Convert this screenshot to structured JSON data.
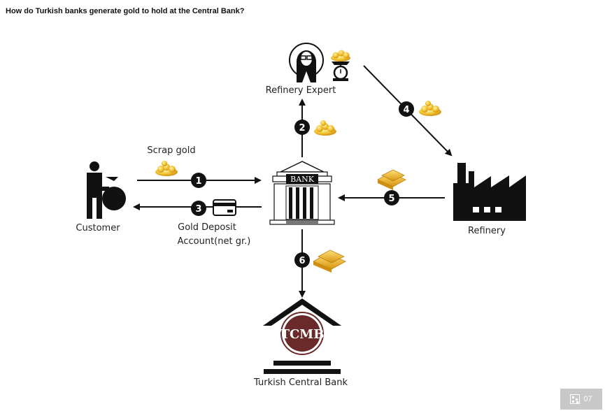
{
  "title": "How do Turkish banks generate gold to hold at the Central Bank?",
  "nodes": {
    "customer": "Customer",
    "bank": "BANK",
    "refinery_expert": "Refinery Expert",
    "refinery": "Refinery",
    "central_bank": "Turkish Central Bank",
    "central_bank_logo": "TCMB"
  },
  "edges": [
    {
      "step": "1",
      "from": "customer",
      "to": "bank",
      "label": "Scrap gold",
      "item": "gold-nuggets"
    },
    {
      "step": "2",
      "from": "bank",
      "to": "refinery_expert",
      "label": "",
      "item": "gold-nuggets"
    },
    {
      "step": "3",
      "from": "bank",
      "to": "customer",
      "label": "Gold Deposit Account(net gr.)",
      "item": "card"
    },
    {
      "step": "4",
      "from": "refinery_expert",
      "to": "refinery",
      "label": "",
      "item": "gold-nuggets"
    },
    {
      "step": "5",
      "from": "refinery",
      "to": "bank",
      "label": "",
      "item": "gold-bars"
    },
    {
      "step": "6",
      "from": "bank",
      "to": "central_bank",
      "label": "",
      "item": "gold-bars"
    }
  ],
  "labels": {
    "scrap_gold": "Scrap gold",
    "deposit_line1": "Gold Deposit",
    "deposit_line2": "Account(net gr.)"
  },
  "colors": {
    "gold": "#f2c230",
    "cmb_maroon": "#6b2a2a"
  },
  "badge": {
    "icon": "qr-code-icon",
    "text": "07"
  }
}
